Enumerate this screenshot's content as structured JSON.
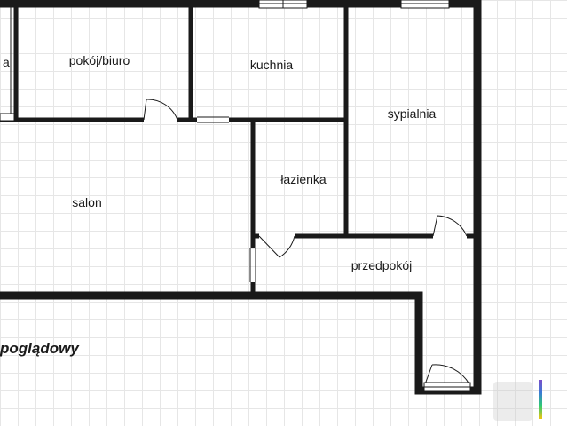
{
  "rooms": {
    "edge_room": "a",
    "office": "pokój/biuro",
    "kitchen": "kuchnia",
    "bedroom": "sypialnia",
    "bathroom": "łazienka",
    "living_room": "salon",
    "hallway": "przedpokój"
  },
  "caption": "poglądowy"
}
